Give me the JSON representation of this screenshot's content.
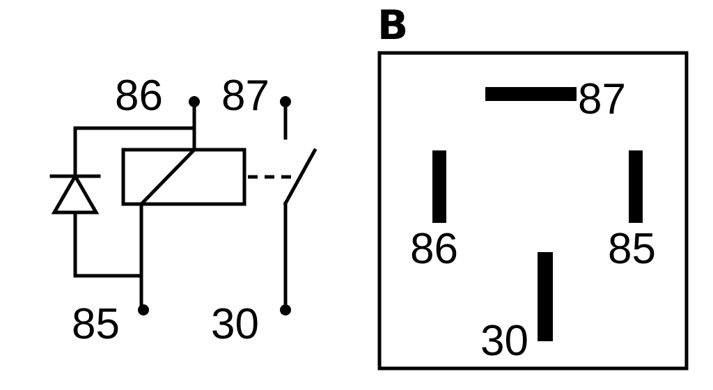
{
  "colors": {
    "ink": "#000000",
    "background": "#ffffff"
  },
  "schematic": {
    "pin_86": "86",
    "pin_87": "87",
    "pin_85": "85",
    "pin_30": "30"
  },
  "pinout": {
    "panel_letter": "B",
    "pin_87": "87",
    "pin_86": "86",
    "pin_85": "85",
    "pin_30": "30"
  }
}
